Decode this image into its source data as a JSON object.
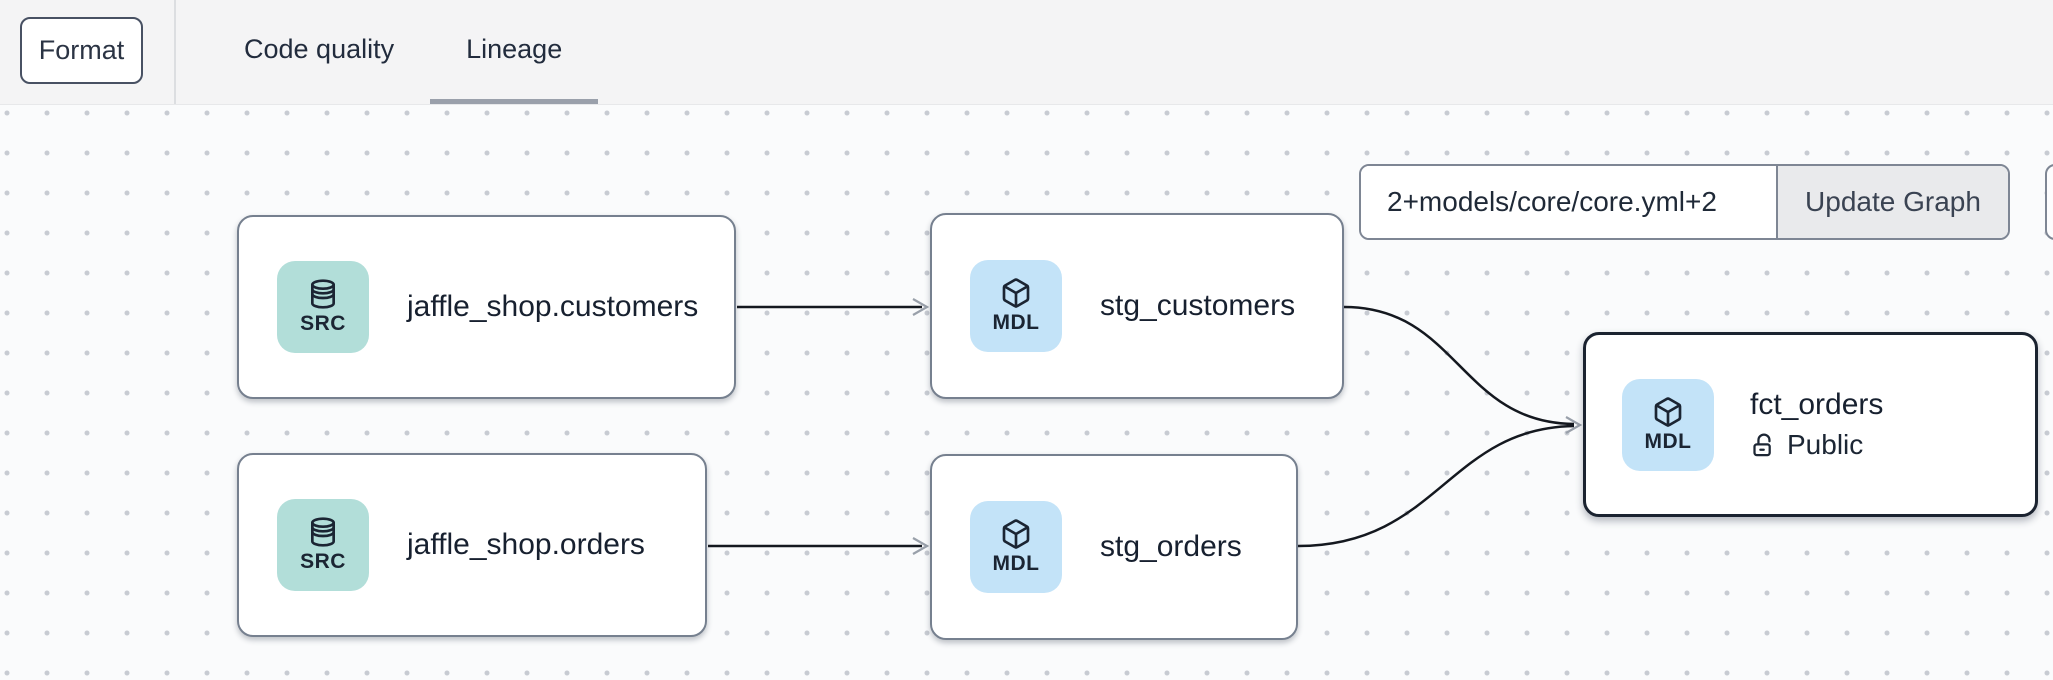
{
  "toolbar": {
    "format_label": "Format",
    "tabs": [
      {
        "label": "Code quality",
        "active": false
      },
      {
        "label": "Lineage",
        "active": true
      }
    ]
  },
  "lineage": {
    "filter": {
      "value": "2+models/core/core.yml+2",
      "button_label": "Update Graph"
    },
    "nodes": [
      {
        "id": "jaffle_shop.customers",
        "label": "jaffle_shop.customers",
        "type": "SRC",
        "icon": "database"
      },
      {
        "id": "stg_customers",
        "label": "stg_customers",
        "type": "MDL",
        "icon": "cube"
      },
      {
        "id": "jaffle_shop.orders",
        "label": "jaffle_shop.orders",
        "type": "SRC",
        "icon": "database"
      },
      {
        "id": "stg_orders",
        "label": "stg_orders",
        "type": "MDL",
        "icon": "cube"
      },
      {
        "id": "fct_orders",
        "label": "fct_orders",
        "type": "MDL",
        "icon": "cube",
        "access": "Public",
        "selected": true
      }
    ],
    "edges": [
      {
        "from": "jaffle_shop.customers",
        "to": "stg_customers"
      },
      {
        "from": "jaffle_shop.orders",
        "to": "stg_orders"
      },
      {
        "from": "stg_customers",
        "to": "fct_orders"
      },
      {
        "from": "stg_orders",
        "to": "fct_orders"
      }
    ]
  },
  "colors": {
    "toolbar_bg": "#f4f4f5",
    "canvas_bg": "#fafbfc",
    "dot": "#c7cbd2",
    "tab_underline": "#9aa0ab",
    "src_badge": "#b2ded9",
    "mdl_badge": "#c3e3f8",
    "node_border": "#76808f",
    "selected_node_border": "#1b2330",
    "edge": "#14181f",
    "arrowhead": "#99a0aa",
    "text": "#17202f"
  }
}
